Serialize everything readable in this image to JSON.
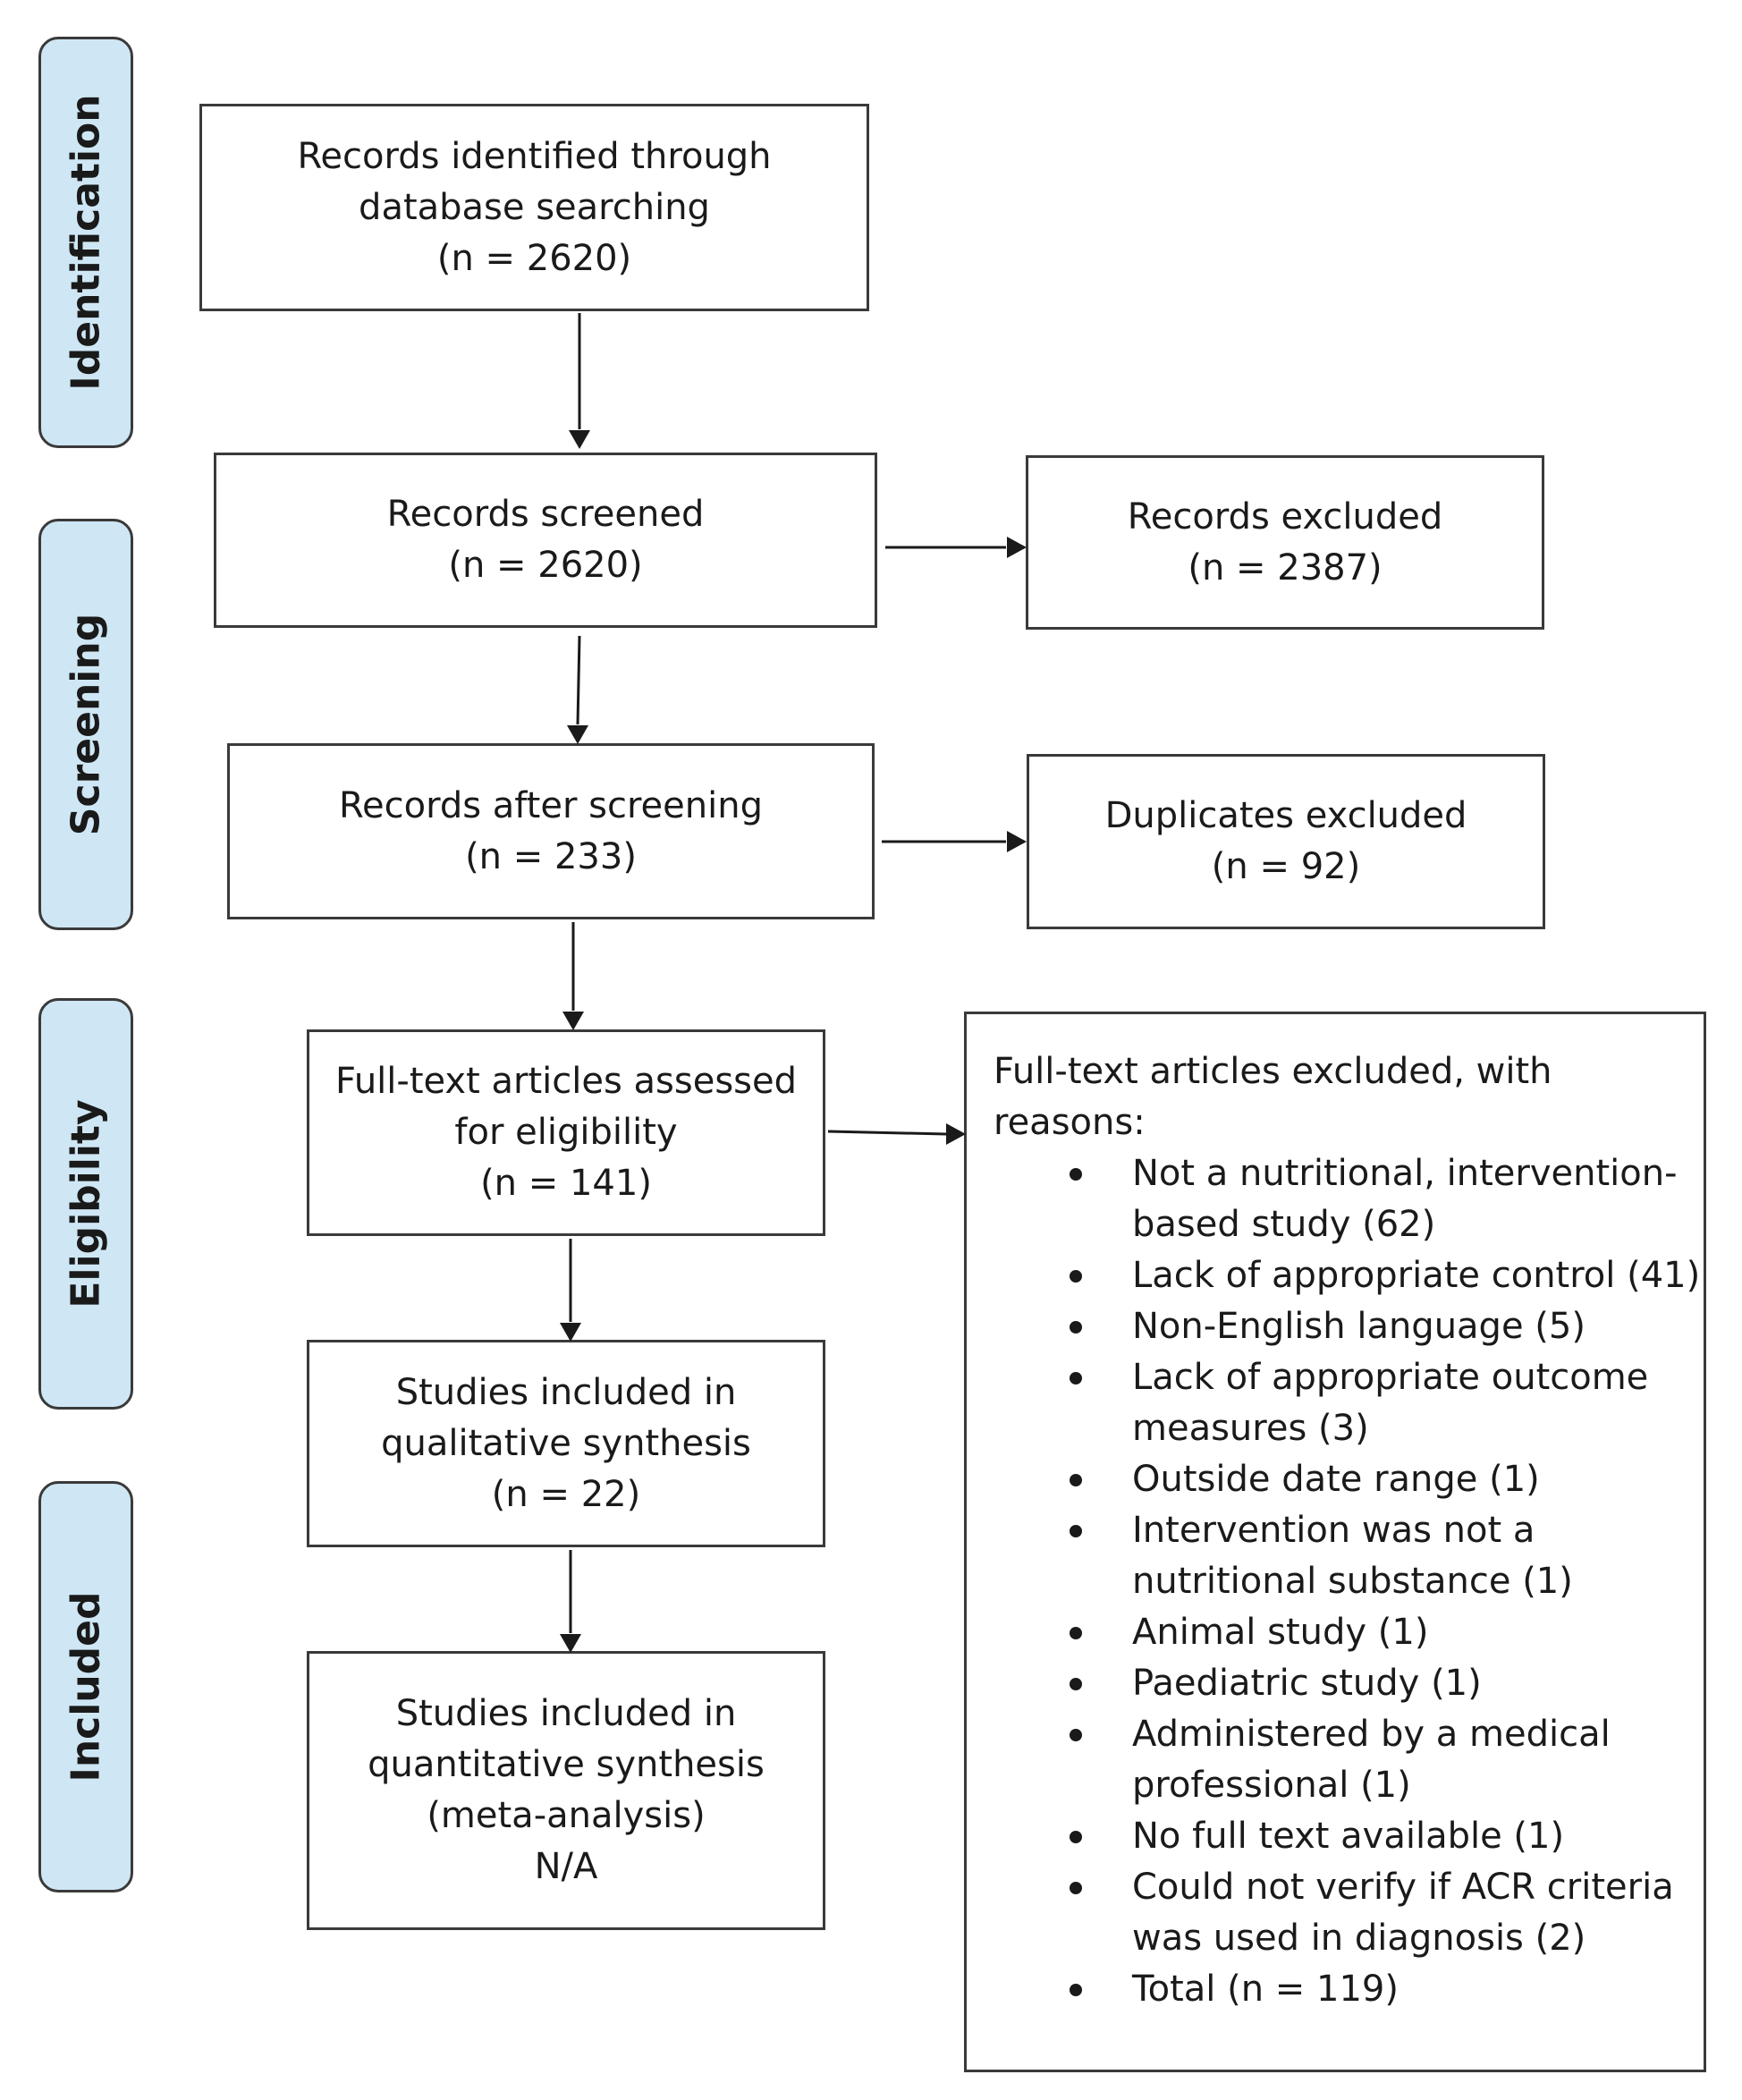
{
  "stages": [
    {
      "id": "identification",
      "label": "Identification"
    },
    {
      "id": "screening",
      "label": "Screening"
    },
    {
      "id": "eligibility",
      "label": "Eligibility"
    },
    {
      "id": "included",
      "label": "Included"
    }
  ],
  "boxes": {
    "identified": [
      "Records identified through",
      "database searching",
      "(n = 2620)"
    ],
    "screened": [
      "Records screened",
      "(n = 2620)"
    ],
    "excluded": [
      "Records excluded",
      "(n = 2387)"
    ],
    "after_screening": [
      "Records after screening",
      "(n = 233)"
    ],
    "duplicates": [
      "Duplicates excluded",
      "(n = 92)"
    ],
    "full_text": [
      "Full-text articles assessed",
      "for eligibility",
      "(n = 141)"
    ],
    "qualitative": [
      "Studies included in",
      "qualitative synthesis",
      "(n = 22)"
    ],
    "quantitative": [
      "Studies included in",
      "quantitative synthesis",
      "(meta-analysis)",
      "N/A"
    ]
  },
  "exclusions": {
    "heading": [
      "Full-text articles excluded, with",
      "reasons:"
    ],
    "items": [
      [
        "Not a nutritional, intervention-",
        "based study (62)"
      ],
      [
        "Lack of appropriate control (41)"
      ],
      [
        "Non-English language (5)"
      ],
      [
        "Lack of appropriate outcome",
        "measures (3)"
      ],
      [
        "Outside date range (1)"
      ],
      [
        "Intervention was not a",
        "nutritional substance (1)"
      ],
      [
        "Animal study (1)"
      ],
      [
        "Paediatric study (1)"
      ],
      [
        "Administered by a medical",
        "professional (1)"
      ],
      [
        "No full text available (1)"
      ],
      [
        "Could not verify if ACR criteria",
        "was used in diagnosis (2)"
      ],
      [
        "Total (n = 119)"
      ]
    ]
  }
}
